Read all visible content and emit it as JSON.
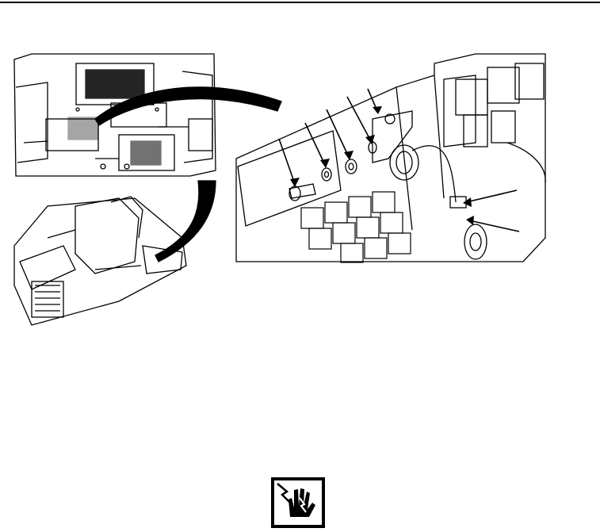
{
  "document": {
    "kind": "technical-manual-page",
    "figure": {
      "callouts": [
        {
          "id": "1",
          "label": ""
        },
        {
          "id": "2",
          "label": ""
        },
        {
          "id": "3",
          "label": ""
        },
        {
          "id": "4",
          "label": ""
        },
        {
          "id": "5",
          "label": ""
        },
        {
          "id": "6",
          "label": ""
        },
        {
          "id": "7",
          "label": ""
        }
      ]
    },
    "warning_icon": "electrical-hazard-hand-icon",
    "colors": {
      "ink": "#000000",
      "paper": "#ffffff"
    }
  }
}
